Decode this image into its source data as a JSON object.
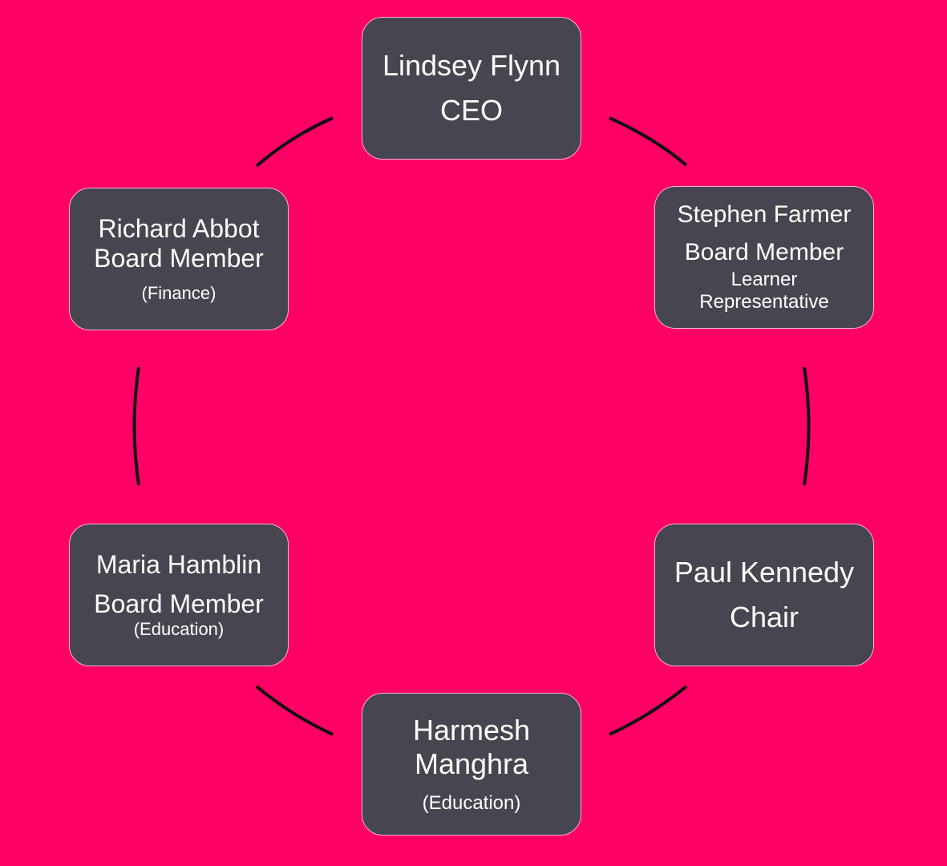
{
  "colors": {
    "background": "#FF0066",
    "node_fill": "#464550",
    "node_border": "#F7B3CF",
    "node_text": "#FFFFFF",
    "connector": "#111111"
  },
  "nodes": {
    "lindsey": {
      "name": "Lindsey Flynn",
      "role": "CEO"
    },
    "stephen": {
      "name": "Stephen Farmer",
      "role": "Board Member",
      "note": "Learner Representative"
    },
    "paul": {
      "name": "Paul Kennedy",
      "role": "Chair"
    },
    "harmesh": {
      "name_line1": "Harmesh",
      "name_line2": "Manghra",
      "note": "(Education)"
    },
    "maria": {
      "name": "Maria Hamblin",
      "role": "Board Member",
      "note": "(Education)"
    },
    "richard": {
      "name": "Richard Abbot",
      "role": "Board Member",
      "note": "(Finance)"
    }
  }
}
